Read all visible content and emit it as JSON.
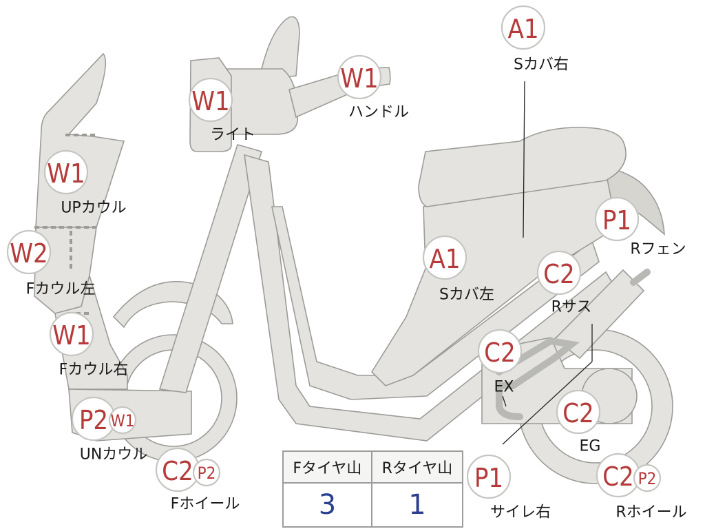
{
  "parts": [
    {
      "id": "a1-seat-right",
      "grade": "A1",
      "label": "Sカバ右"
    },
    {
      "id": "w1-handle",
      "grade": "W1",
      "label": "ハンドル"
    },
    {
      "id": "w1-light",
      "grade": "W1",
      "label": "ライト"
    },
    {
      "id": "w1-upper-cowl",
      "grade": "W1",
      "label": "UPカウル"
    },
    {
      "id": "w2-front-cowl-left",
      "grade": "W2",
      "label": "Fカウル左"
    },
    {
      "id": "w1-front-cowl-right",
      "grade": "W1",
      "label": "Fカウル右"
    },
    {
      "id": "p2-under-cowl",
      "grade": "P2",
      "label": "UNカウル",
      "sub_grade": "W1"
    },
    {
      "id": "c2-front-wheel",
      "grade": "C2",
      "label": "Fホイール",
      "sub_grade": "P2"
    },
    {
      "id": "a1-seat-left",
      "grade": "A1",
      "label": "Sカバ左"
    },
    {
      "id": "p1-rear-fender",
      "grade": "P1",
      "label": "Rフェン"
    },
    {
      "id": "c2-rear-suspension",
      "grade": "C2",
      "label": "Rサス"
    },
    {
      "id": "c2-exhaust",
      "grade": "C2",
      "label": "EX"
    },
    {
      "id": "c2-engine",
      "grade": "C2",
      "label": "EG"
    },
    {
      "id": "c2-rear-wheel",
      "grade": "C2",
      "label": "Rホイール",
      "sub_grade": "P2"
    },
    {
      "id": "p1-muffler-right",
      "grade": "P1",
      "label": "サイレ右"
    }
  ],
  "tire_table": {
    "headers": [
      "Fタイヤ山",
      "Rタイヤ山"
    ],
    "values": [
      "3",
      "1"
    ]
  },
  "colors": {
    "body_fill": "#e4e3df",
    "outline": "#9b9b98",
    "grade_text": "#b53b3b",
    "tread_value": "#2a3f8f"
  }
}
